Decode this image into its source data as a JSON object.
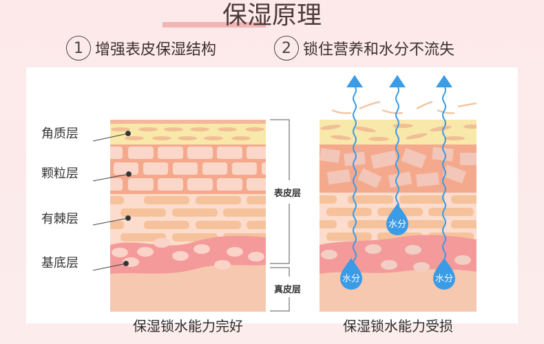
{
  "title": "保湿原理",
  "points": [
    {
      "num": "1",
      "text": "增强表皮保湿结构"
    },
    {
      "num": "2",
      "text": "锁住营养和水分不流失"
    }
  ],
  "layer_labels": [
    "角质层",
    "颗粒层",
    "有棘层",
    "基底层"
  ],
  "bracket_labels": {
    "epidermis": "表皮层",
    "dermis": "真皮层"
  },
  "drop_label": "水分",
  "captions": {
    "healthy": "保湿锁水能力完好",
    "damaged": "保湿锁水能力受损"
  },
  "colors": {
    "water": "#3a9be6",
    "stratum_corneum": "#f8e8aa",
    "granular": "#f5a98c",
    "spinous": "#fbdccd",
    "basal": "#f49a9a",
    "dermis": "#f7c8b0"
  }
}
